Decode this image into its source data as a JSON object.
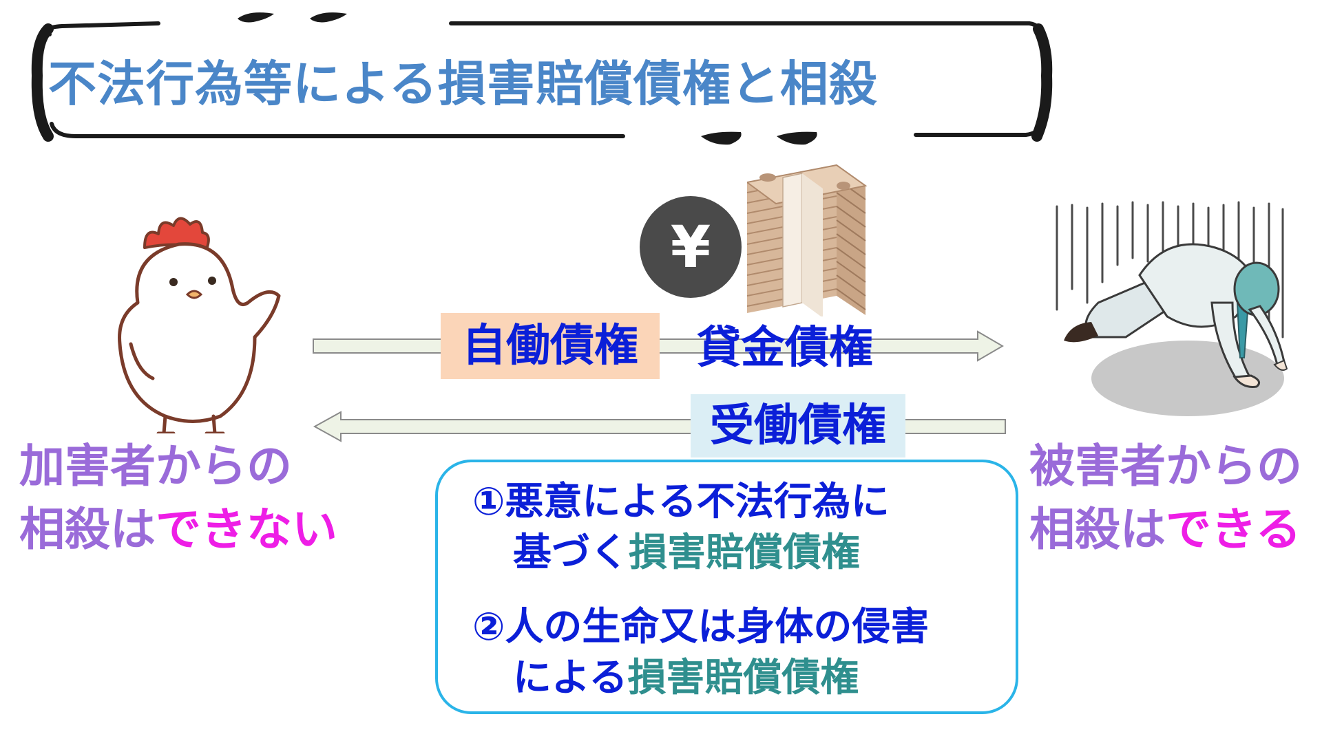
{
  "title": "不法行為等による損害賠償債権と相殺",
  "claims": {
    "active": "自働債権",
    "loan": "貸金債権",
    "passive": "受働債権"
  },
  "left_label": {
    "line1": "加害者からの",
    "line2_prefix": "相殺は",
    "line2_emph": "できない"
  },
  "right_label": {
    "line1": "被害者からの",
    "line2_prefix": "相殺は",
    "line2_emph": "できる"
  },
  "exceptions": [
    {
      "line1": "①悪意による不法行為に",
      "line2_prefix": "基づく",
      "line2_term": "損害賠償債権"
    },
    {
      "line1": "②人の生命又は身体の侵害",
      "line2_prefix": "による",
      "line2_term": "損害賠償債権"
    }
  ],
  "icons": {
    "yen_symbol": "¥",
    "cash_stack": "cash-stack-icon",
    "chicken": "chicken-character-icon",
    "kneeling_man": "kneeling-man-icon"
  },
  "colors": {
    "title": "#4a86c8",
    "term": "#0b1fd8",
    "side_label": "#9a6bd9",
    "emphasis": "#ee1ee6",
    "teal_term": "#2f8f8e",
    "box_border": "#2ab4e8",
    "active_bg": "#fbd5b8",
    "passive_bg": "#dbeef5"
  }
}
